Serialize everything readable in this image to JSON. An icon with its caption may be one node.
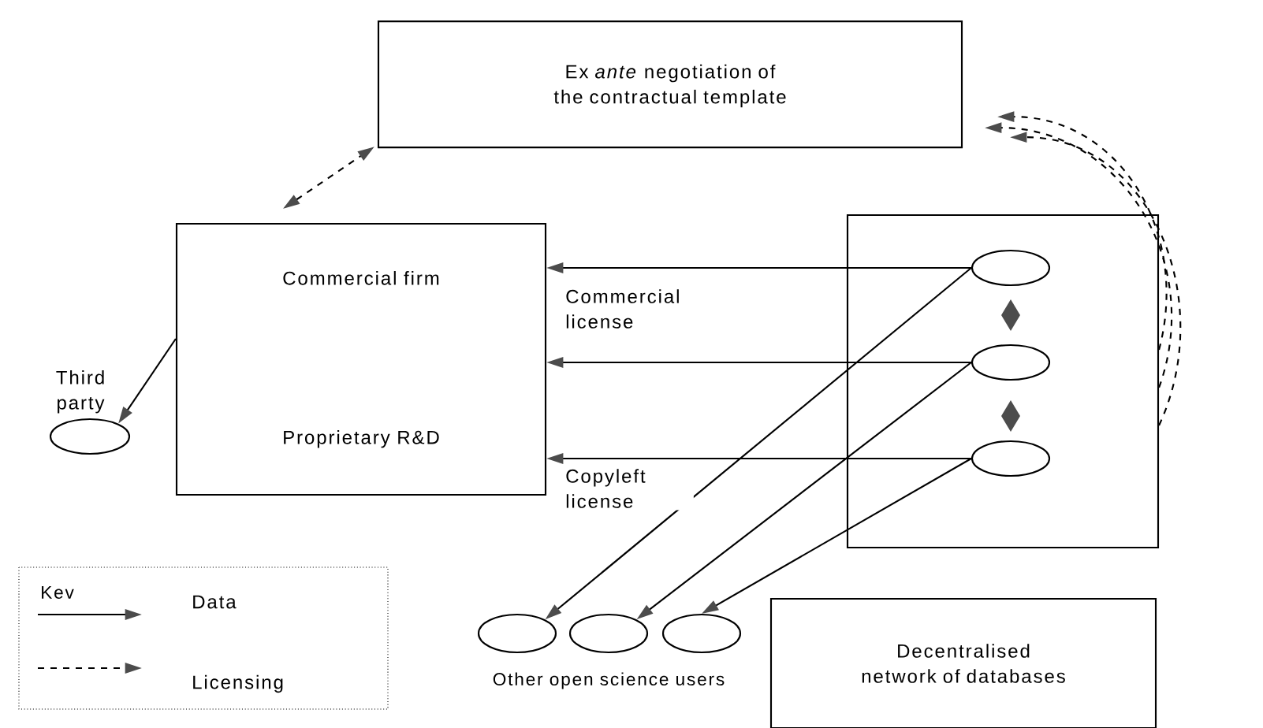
{
  "diagram": {
    "nodes": [
      {
        "text": [
          "Ex *ante* negotiation of the contractual template"
        ]
      },
      {
        "text": [
          "Commercial firm",
          "Proprietary R&D"
        ]
      },
      {
        "text": [],
        "shape": "ellipse",
        "beside": [
          "Third party"
        ]
      },
      {
        "text": [],
        "shape": "box"
      },
      {
        "text": [],
        "shape": "ellipse",
        "in": 3
      },
      {
        "text": [],
        "shape": "ellipse",
        "in": 3
      },
      {
        "text": [],
        "shape": "ellipse",
        "in": 3
      },
      {
        "text": [],
        "shape": "ellipse"
      },
      {
        "text": [],
        "shape": "ellipse"
      },
      {
        "text": [],
        "shape": "ellipse"
      },
      {
        "text": [
          "Decentralised network of databases"
        ]
      }
    ],
    "edges": [
      {
        "from": 1,
        "to": 0,
        "arrow": "both",
        "style": "dashed"
      },
      {
        "from": 1,
        "to": 2,
        "arrow": "to"
      },
      {
        "from": 4,
        "to": 1,
        "arrow": "to",
        "label": "Commercial license"
      },
      {
        "from": 5,
        "to": 1,
        "arrow": "to"
      },
      {
        "from": 6,
        "to": 1,
        "arrow": "to",
        "label": "Copyleft license"
      },
      {
        "from": 4,
        "to": 7,
        "arrow": "to"
      },
      {
        "from": 5,
        "to": 8,
        "arrow": "to"
      },
      {
        "from": 6,
        "to": 9,
        "arrow": "to"
      },
      {
        "from": 3,
        "to": 0,
        "arrow": "to",
        "style": "dashed"
      },
      {
        "from": 3,
        "to": 0,
        "arrow": "to",
        "style": "dashed"
      },
      {
        "from": 3,
        "to": 0,
        "arrow": "to",
        "style": "dashed"
      }
    ],
    "labels": [
      "Kev",
      "Other open science users"
    ],
    "legend": [
      {
        "text": "Data"
      },
      {
        "text": "Licensing"
      }
    ]
  }
}
